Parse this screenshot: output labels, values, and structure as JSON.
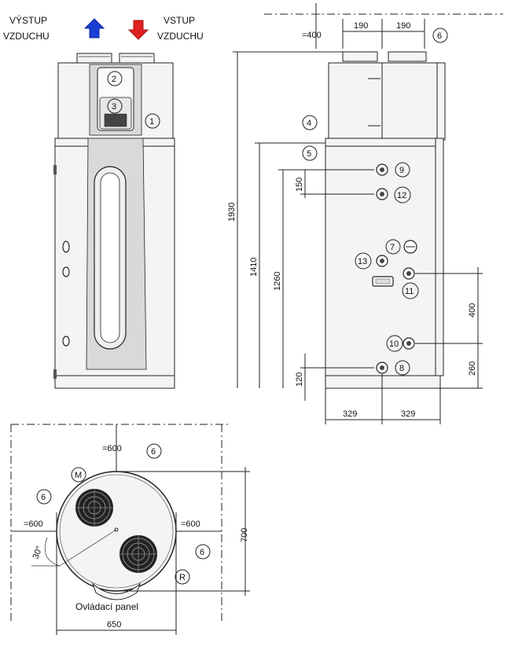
{
  "labels": {
    "air_out": [
      "VÝSTUP",
      "VZDUCHU"
    ],
    "air_in": [
      "VSTUP",
      "VZDUCHU"
    ],
    "control_panel": "Ovládací panel",
    "m": "M",
    "r": "R"
  },
  "callouts": [
    "1",
    "2",
    "3",
    "4",
    "5",
    "6",
    "7",
    "8",
    "9",
    "10",
    "11",
    "12",
    "13"
  ],
  "dimensions": {
    "top_clear": "=400",
    "spacing_a": "190",
    "spacing_b": "190",
    "height_total": "1930",
    "height_1410": "1410",
    "height_1260": "1260",
    "gap_150": "150",
    "gap_120": "120",
    "gap_400": "400",
    "gap_260": "260",
    "half_width_left": "329",
    "half_width_right": "329",
    "clear_top": "=600",
    "clear_left": "=600",
    "clear_right": "=600",
    "depth_700": "700",
    "width_650": "650",
    "angle": "30°"
  },
  "colors": {
    "arrow_out": "#1a3fd6",
    "arrow_in": "#e02020"
  }
}
